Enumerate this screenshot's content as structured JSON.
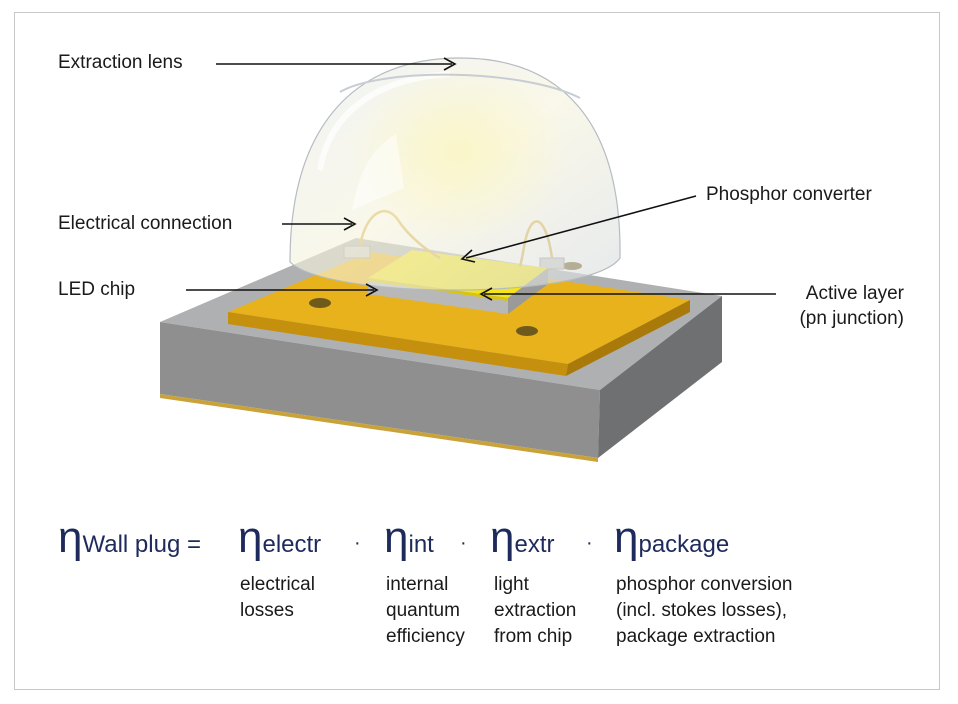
{
  "labels": {
    "extraction_lens": "Extraction lens",
    "phosphor_converter": "Phosphor converter",
    "electrical_connection": "Electrical connection",
    "led_chip": "LED chip",
    "active_layer_1": "Active layer",
    "active_layer_2": "(pn junction)"
  },
  "equation": {
    "eta_symbol": "η",
    "wall_plug": "Wall plug =",
    "electr": "electr",
    "int": "int",
    "extr": "extr",
    "package": "package",
    "dot": "·"
  },
  "descriptions": {
    "electr": [
      "electrical",
      "losses"
    ],
    "int": [
      "internal",
      "quantum",
      "efficiency"
    ],
    "extr": [
      "light",
      "extraction",
      "from chip"
    ],
    "package": [
      "phosphor conversion",
      "(incl. stokes losses),",
      "package extraction"
    ]
  },
  "colors": {
    "substrate": "#8f8f8f",
    "gold_pad": "#e8b21c",
    "chip_yellow": "#f4e418",
    "equation_text": "#1e2a5c"
  }
}
